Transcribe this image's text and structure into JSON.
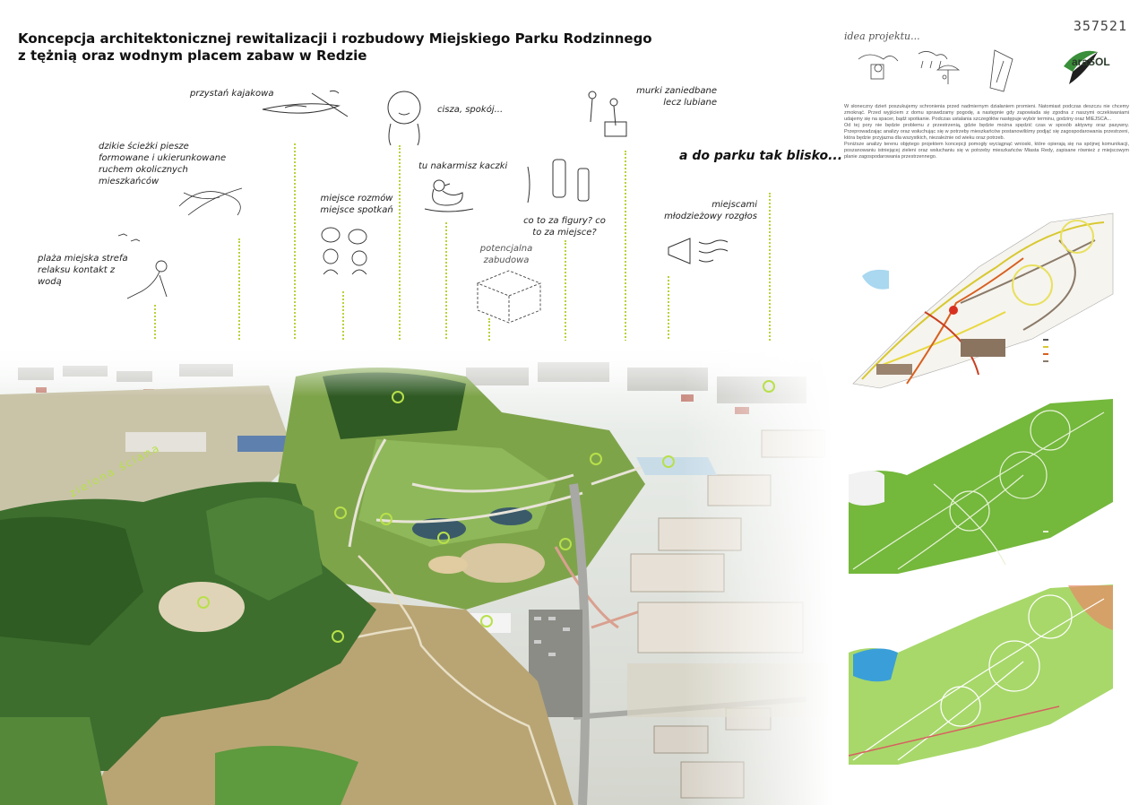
{
  "header": {
    "title_line1": "Koncepcja architektonicznej rewitalizacji i rozbudowy Miejskiego Parku Rodzinnego",
    "title_line2": "z tężnią oraz wodnym placem zabaw w Redzie",
    "code": "357521"
  },
  "sidebar": {
    "idea_label": "idea projektu...",
    "logo_text": "araSOL",
    "description": [
      "W słoneczny dzień poszukujemy schronienia przed nadmiernym działaniem promieni. Natomiast podczas deszczu nie chcemy zmoknąć. Przed wyjściem z domu sprawdzamy pogodę, a następnie gdy zapowiada się zgodna z naszymi oczekiwaniami udajemy się na spacer, bądź spotkanie. Podczas ustalania szczegółów następuje wybór terminu, godziny oraz MIEJSCA...",
      "Od tej pory nie będzie problemu z przestrzenią, gdzie będzie można spędzić czas w sposób aktywny oraz pasywny. Przeprowadzając analizy oraz wsłuchując się w potrzeby mieszkańców postanowiliśmy podjąć się zagospodarowania przestrzeni, która będzie przyjazna dla wszystkich, niezależnie od wieku oraz potrzeb.",
      "Poniższe analizy terenu objętego projektem koncepcji pomogły wyciągnąć wnioski, które opierają się na spójnej komunikacji, poszanowaniu istniejącej zieleni oraz wsłuchaniu się w potrzeby mieszkańców Miasta Redy, zapisane również z miejscowym planie zagospodarowania przestrzennego."
    ]
  },
  "annotations": {
    "kayak": "przystań kajakowa",
    "quiet": "cisza, spokój...",
    "walls": "murki zaniedbane lecz lubiane",
    "wild_paths": "dzikie ścieżki piesze formowane i ukierunkowane ruchem okolicznych mieszkańców",
    "ducks": "tu nakarmisz kaczki",
    "slogan": "a do parku tak blisko...",
    "meeting": "miejsce rozmów miejsce spotkań",
    "figures": "co to za figury? co to za miejsce?",
    "youth": "miejscami młodzieżowy rozgłos",
    "beach": "plaża miejska strefa relaksu kontakt z wodą",
    "building": "potencjalna zabudowa",
    "green_wall": "zielona ściana"
  },
  "colors": {
    "accent": "#b8d23a",
    "marker": "#b8e04a"
  }
}
